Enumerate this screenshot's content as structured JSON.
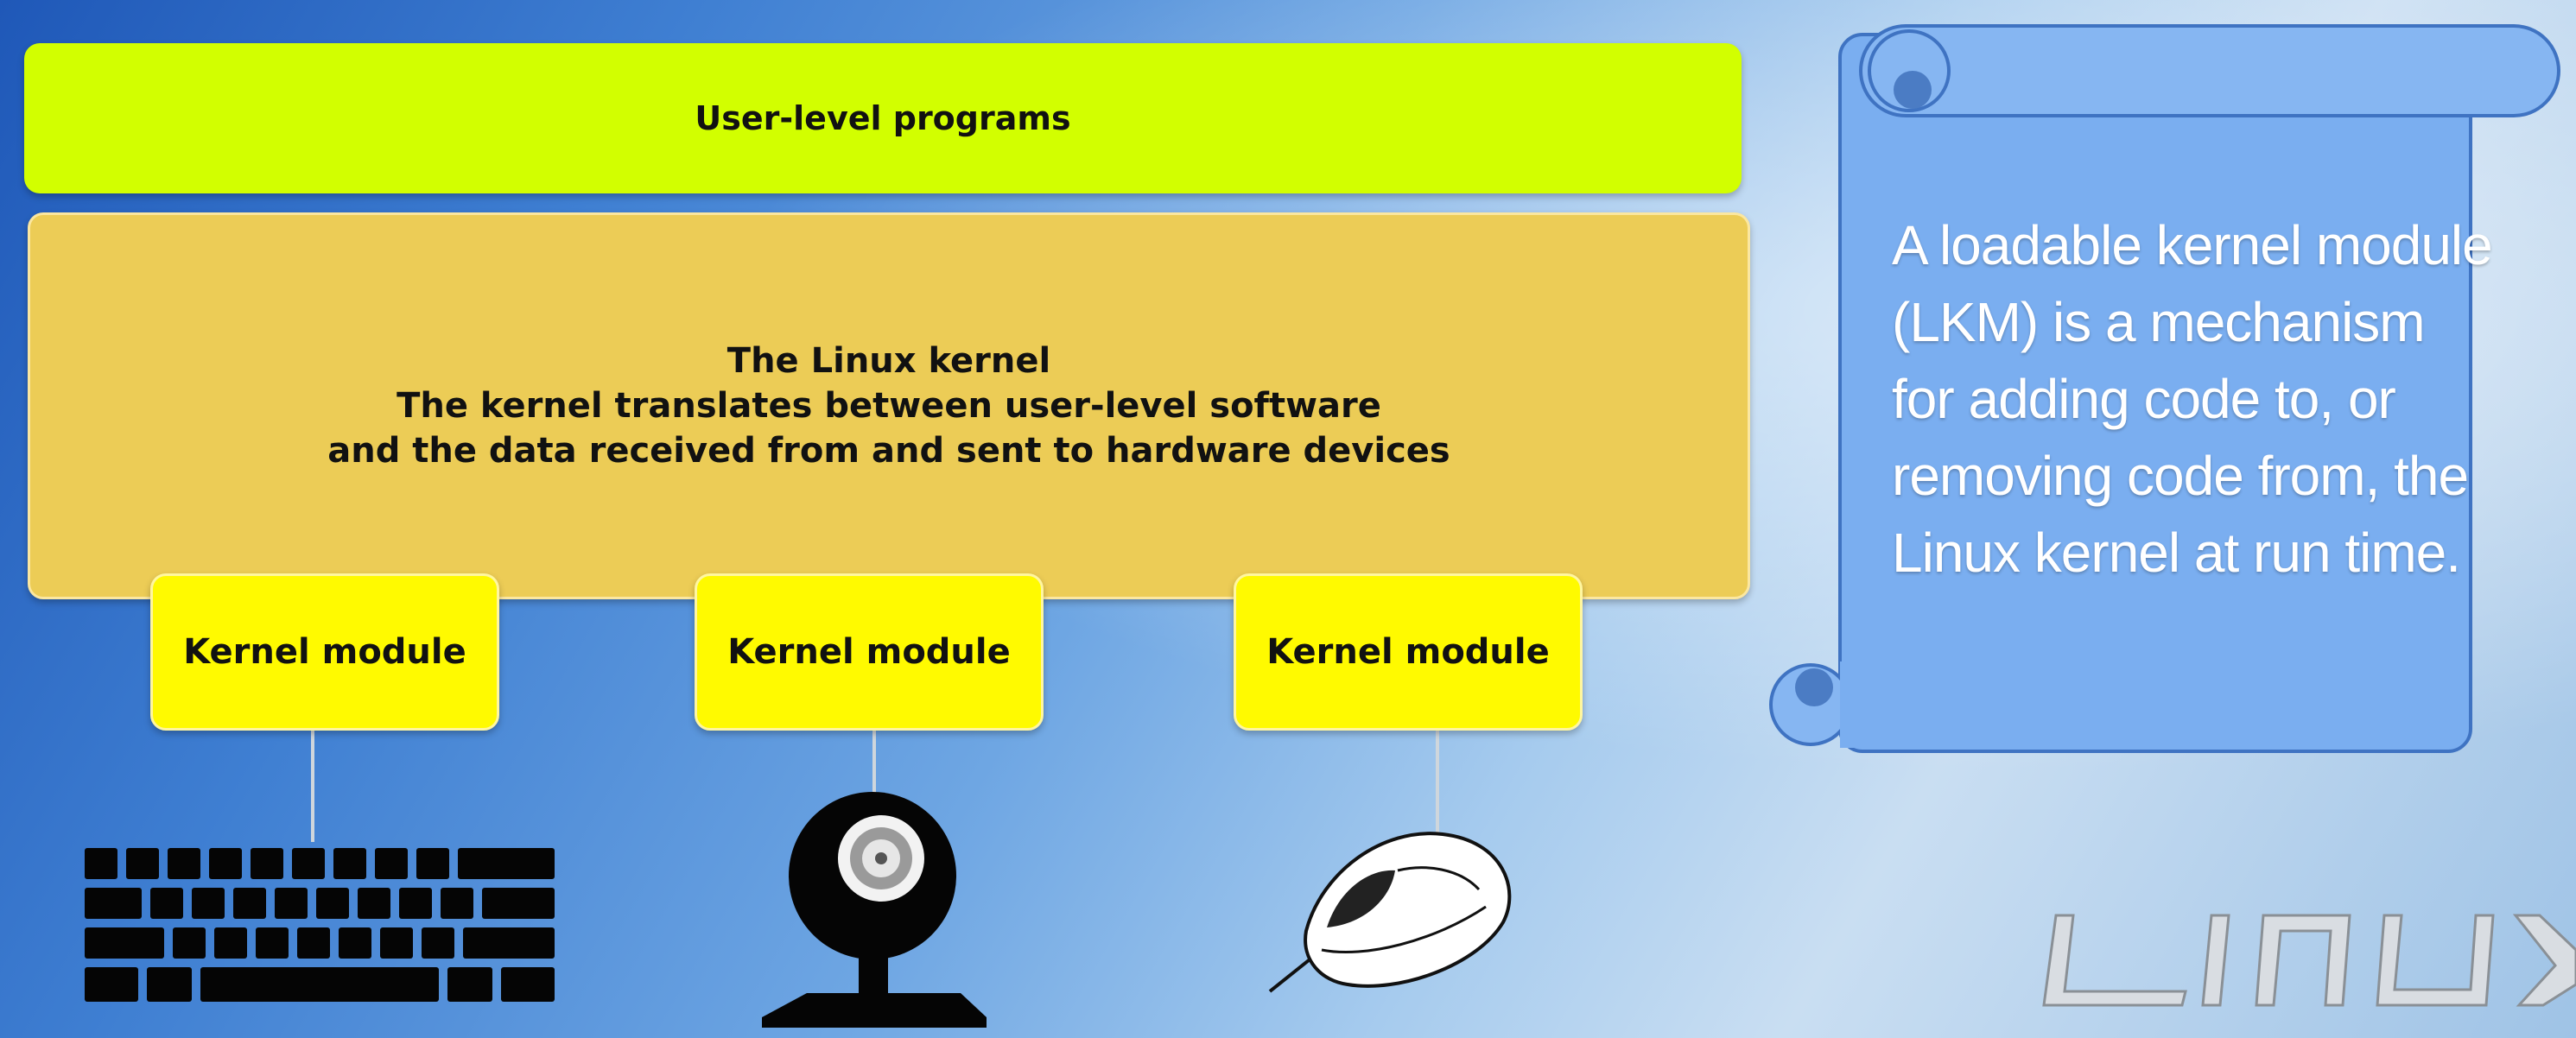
{
  "diagram": {
    "user_programs": "User-level programs",
    "kernel": {
      "title": "The Linux kernel",
      "line2": "The kernel translates between user-level software",
      "line3": "and the data received from and sent to hardware devices"
    },
    "modules": [
      {
        "label": "Kernel module",
        "device": "keyboard-icon"
      },
      {
        "label": "Kernel module",
        "device": "webcam-icon"
      },
      {
        "label": "Kernel module",
        "device": "mouse-icon"
      }
    ]
  },
  "note": {
    "text": "A loadable kernel module (LKM) is a mechanism for adding code to, or removing code from, the Linux kernel at run time."
  },
  "logo": {
    "text": "LINUX"
  },
  "colors": {
    "user_box": "#d2ff00",
    "kernel_box": "#eccc56",
    "module_box": "#fffa00",
    "scroll": "#7aaef0"
  }
}
